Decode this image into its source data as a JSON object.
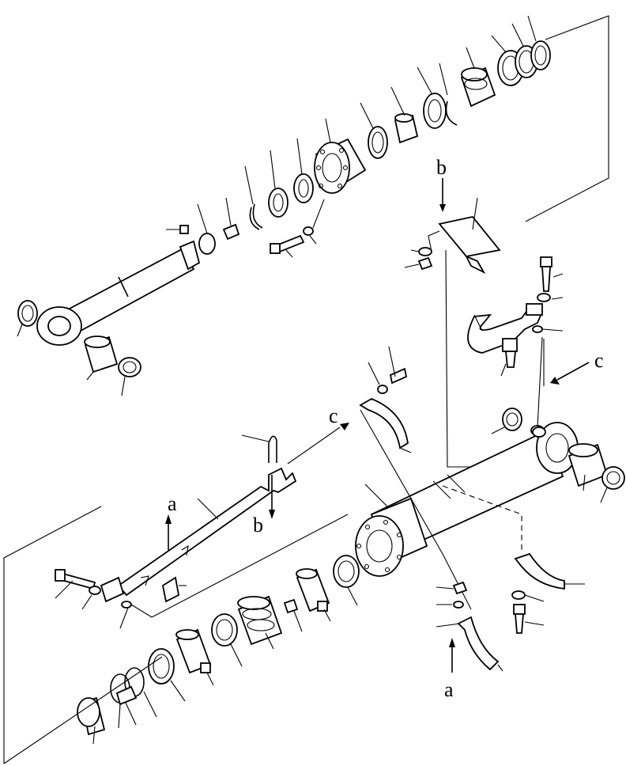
{
  "diagram": {
    "labels": {
      "a_lower": "a",
      "a_upper": "a",
      "b_top": "b",
      "b_mid": "b",
      "c_right": "c",
      "c_mid": "c"
    }
  }
}
